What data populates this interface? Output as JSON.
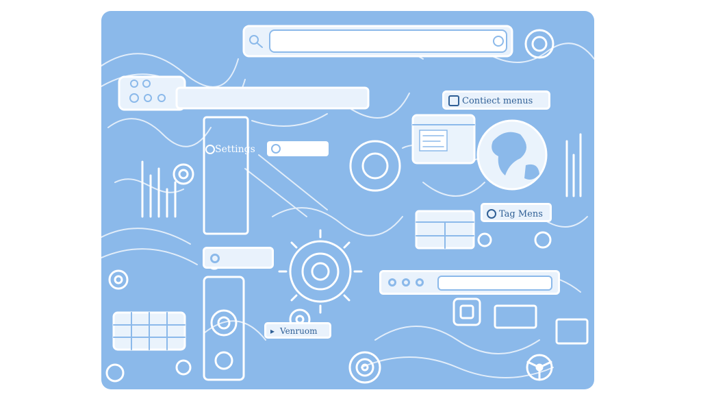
{
  "labels": {
    "context_menus": "Contiect menus",
    "settings": "Settings",
    "tag_menus": "Tag Mens",
    "venruom": "Venruom"
  },
  "colors": {
    "background": "#8bb9ea",
    "line": "#ffffff",
    "text": "#2f5f95"
  },
  "icons": [
    "search-icon",
    "globe-icon",
    "gear-icon",
    "steering-wheel-icon"
  ]
}
